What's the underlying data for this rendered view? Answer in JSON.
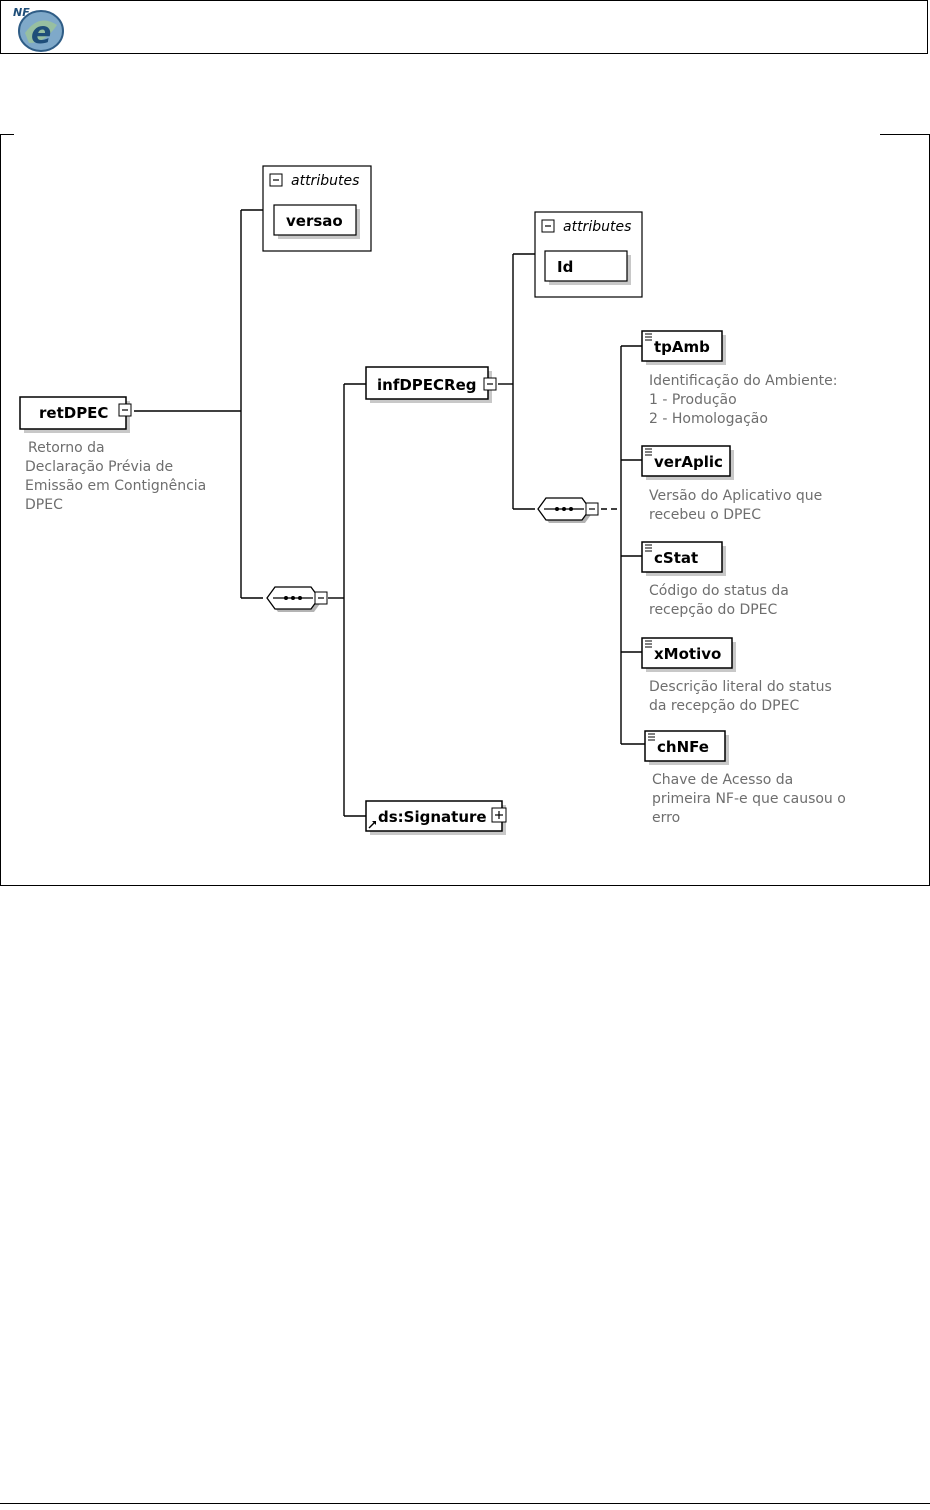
{
  "header": {
    "logo_text": "NF-e"
  },
  "diagram": {
    "root": {
      "name": "retDPEC",
      "doc": [
        "Retorno da",
        "Declaração Prévia de",
        "Emissão em Contignência",
        "DPEC"
      ]
    },
    "root_attributes": {
      "title": "attributes",
      "items": [
        "versao"
      ]
    },
    "infDPECReg": {
      "name": "infDPECReg"
    },
    "inf_attributes": {
      "title": "attributes",
      "items": [
        "Id"
      ]
    },
    "signature": {
      "name": "ds:Signature"
    },
    "children": [
      {
        "name": "tpAmb",
        "doc": [
          "Identificação do Ambiente:",
          "1 - Produção",
          "2 - Homologação"
        ]
      },
      {
        "name": "verAplic",
        "doc": [
          "Versão do Aplicativo que",
          "recebeu o DPEC"
        ]
      },
      {
        "name": "cStat",
        "doc": [
          "Código do status da",
          "recepção do DPEC"
        ]
      },
      {
        "name": "xMotivo",
        "doc": [
          "Descrição literal do status",
          "da recepção do DPEC"
        ]
      },
      {
        "name": "chNFe",
        "doc": [
          "Chave de Acesso da",
          "primeira NF-e que causou o",
          "erro"
        ]
      }
    ]
  }
}
